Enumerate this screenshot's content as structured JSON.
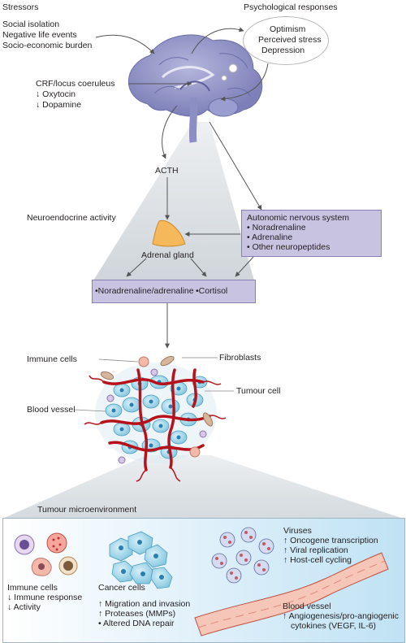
{
  "stressors": {
    "title": "Stressors",
    "items": [
      "Social isolation",
      "Negative life events",
      "Socio-economic burden"
    ]
  },
  "psych": {
    "title": "Psychological responses",
    "items": [
      "Optimism",
      "Perceived stress",
      "Depression"
    ]
  },
  "brain_factors": [
    "CRF/locus coeruleus",
    "↓ Oxytocin",
    "↓ Dopamine"
  ],
  "acth": "ACTH",
  "neuroendocrine": "Neuroendocrine activity",
  "adrenal": "Adrenal gland",
  "ans": {
    "title": "Autonomic nervous system",
    "items": [
      "• Noradrenaline",
      "• Adrenaline",
      "• Other neuropeptides"
    ]
  },
  "hormones": [
    "•Noradrenaline/adrenaline",
    "•Cortisol"
  ],
  "tumour_labels": {
    "immune": "Immune cells",
    "fibroblasts": "Fibroblasts",
    "tumour_cell": "Tumour cell",
    "blood_vessel": "Blood vessel"
  },
  "microenv": "Tumour microenvironment",
  "panel_immune": {
    "title": "Immune cells",
    "items": [
      "↓ Immune response",
      "↓ Activity"
    ]
  },
  "panel_cancer": {
    "title": "Cancer cells",
    "items": [
      "↑ Migration and invasion",
      "↑ Proteases (MMPs)",
      "• Altered DNA repair"
    ]
  },
  "panel_viruses": {
    "title": "Viruses",
    "items": [
      "↑ Oncogene transcription",
      "↑ Viral replication",
      "↑ Host-cell cycling"
    ]
  },
  "panel_vessel": {
    "title": "Blood vessel",
    "items": [
      "↑ Angiogenesis/pro-angiogenic",
      "cytokines (VEGF, IL-6)"
    ]
  },
  "colors": {
    "brain": "#8c8fc4",
    "lavender_box": "#c9c3e2",
    "adrenal": "#f5b85a",
    "vessel": "#b5121b",
    "tumour_cell": "#9fd6ea",
    "cone": "#dde1e5"
  }
}
